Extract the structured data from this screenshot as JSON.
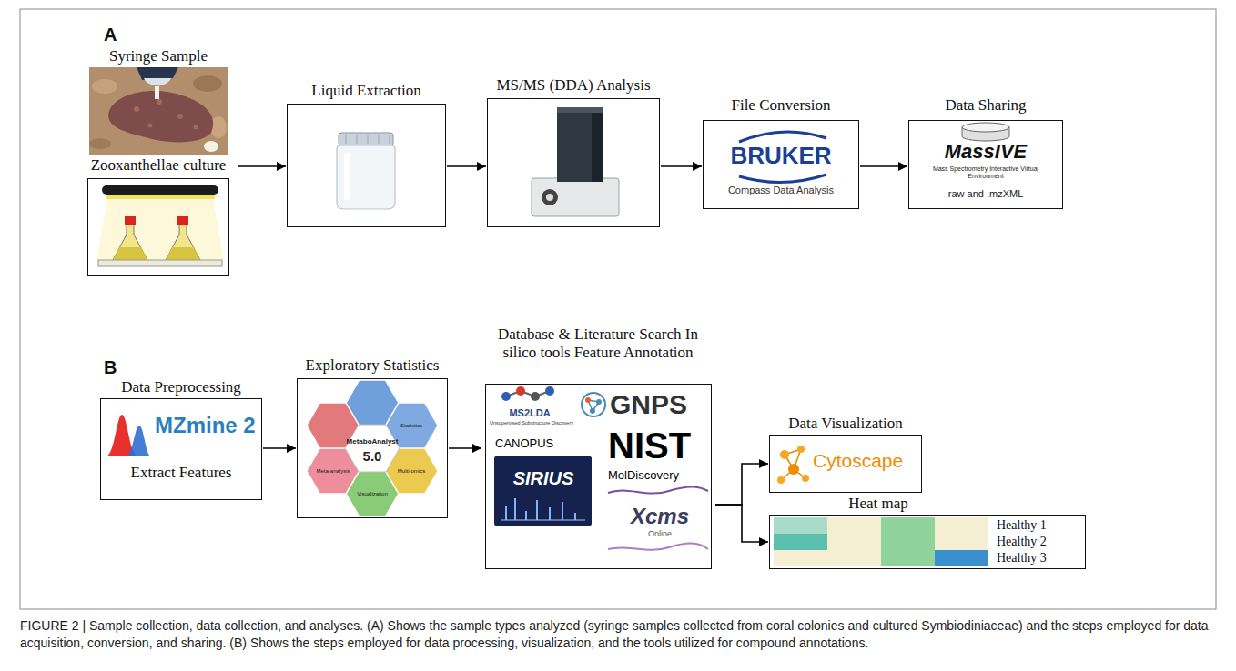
{
  "diagram": {
    "caption": "FIGURE 2 | Sample collection, data collection, and analyses. (A) Shows the sample types analyzed (syringe samples collected from coral colonies and cultured Symbiodiniaceae) and the steps employed for data acquisition, conversion, and sharing. (B) Shows the steps employed for data processing, visualization, and the tools utilized for compound annotations.",
    "nodes": [
      {
        "text": [
          "Syringe Sample"
        ]
      },
      {
        "text": [
          "Zooxanthellae culture"
        ]
      },
      {
        "text": [
          "Liquid Extraction"
        ]
      },
      {
        "text": [
          "MS/MS (DDA) Analysis"
        ]
      },
      {
        "text": [
          "File Conversion",
          "BRUKER",
          "Compass Data Analysis"
        ]
      },
      {
        "text": [
          "Data Sharing",
          "MassIVE",
          "Mass Spectrometry Interactive Virtual Environment",
          "raw and .mzXML"
        ]
      },
      {
        "text": [
          "Data Preprocessing",
          "MZmine 2",
          "Extract Features"
        ]
      },
      {
        "text": [
          "Exploratory Statistics",
          "MetaboAnalyst",
          "5.0",
          "Statistics",
          "Multi-omics",
          "Visualization",
          "Meta-analysis"
        ]
      },
      {
        "text": [
          "Database & Literature Search In silico tools Feature Annotation",
          "MS2LDA",
          "Unsupervised Substructure Discovery",
          "GNPS",
          "NIST",
          "CANOPUS",
          "MolDiscovery",
          "SIRIUS",
          "Xcms",
          "Online"
        ]
      },
      {
        "text": [
          "Data Visualization",
          "Cytoscape"
        ]
      },
      {
        "text": [
          "Heat map",
          "Healthy 1",
          "Healthy 2",
          "Healthy 3"
        ]
      }
    ],
    "edges": [
      {
        "from": 1,
        "to": 2,
        "arrow": "to"
      },
      {
        "from": 2,
        "to": 3,
        "arrow": "to"
      },
      {
        "from": 3,
        "to": 4,
        "arrow": "to"
      },
      {
        "from": 4,
        "to": 5,
        "arrow": "to"
      },
      {
        "from": 6,
        "to": 7,
        "arrow": "to"
      },
      {
        "from": 7,
        "to": 8,
        "arrow": "to"
      },
      {
        "from": 8,
        "to": 9,
        "arrow": "to"
      },
      {
        "from": 8,
        "to": 10,
        "arrow": "to"
      }
    ],
    "labels": [
      "A",
      "B"
    ]
  }
}
